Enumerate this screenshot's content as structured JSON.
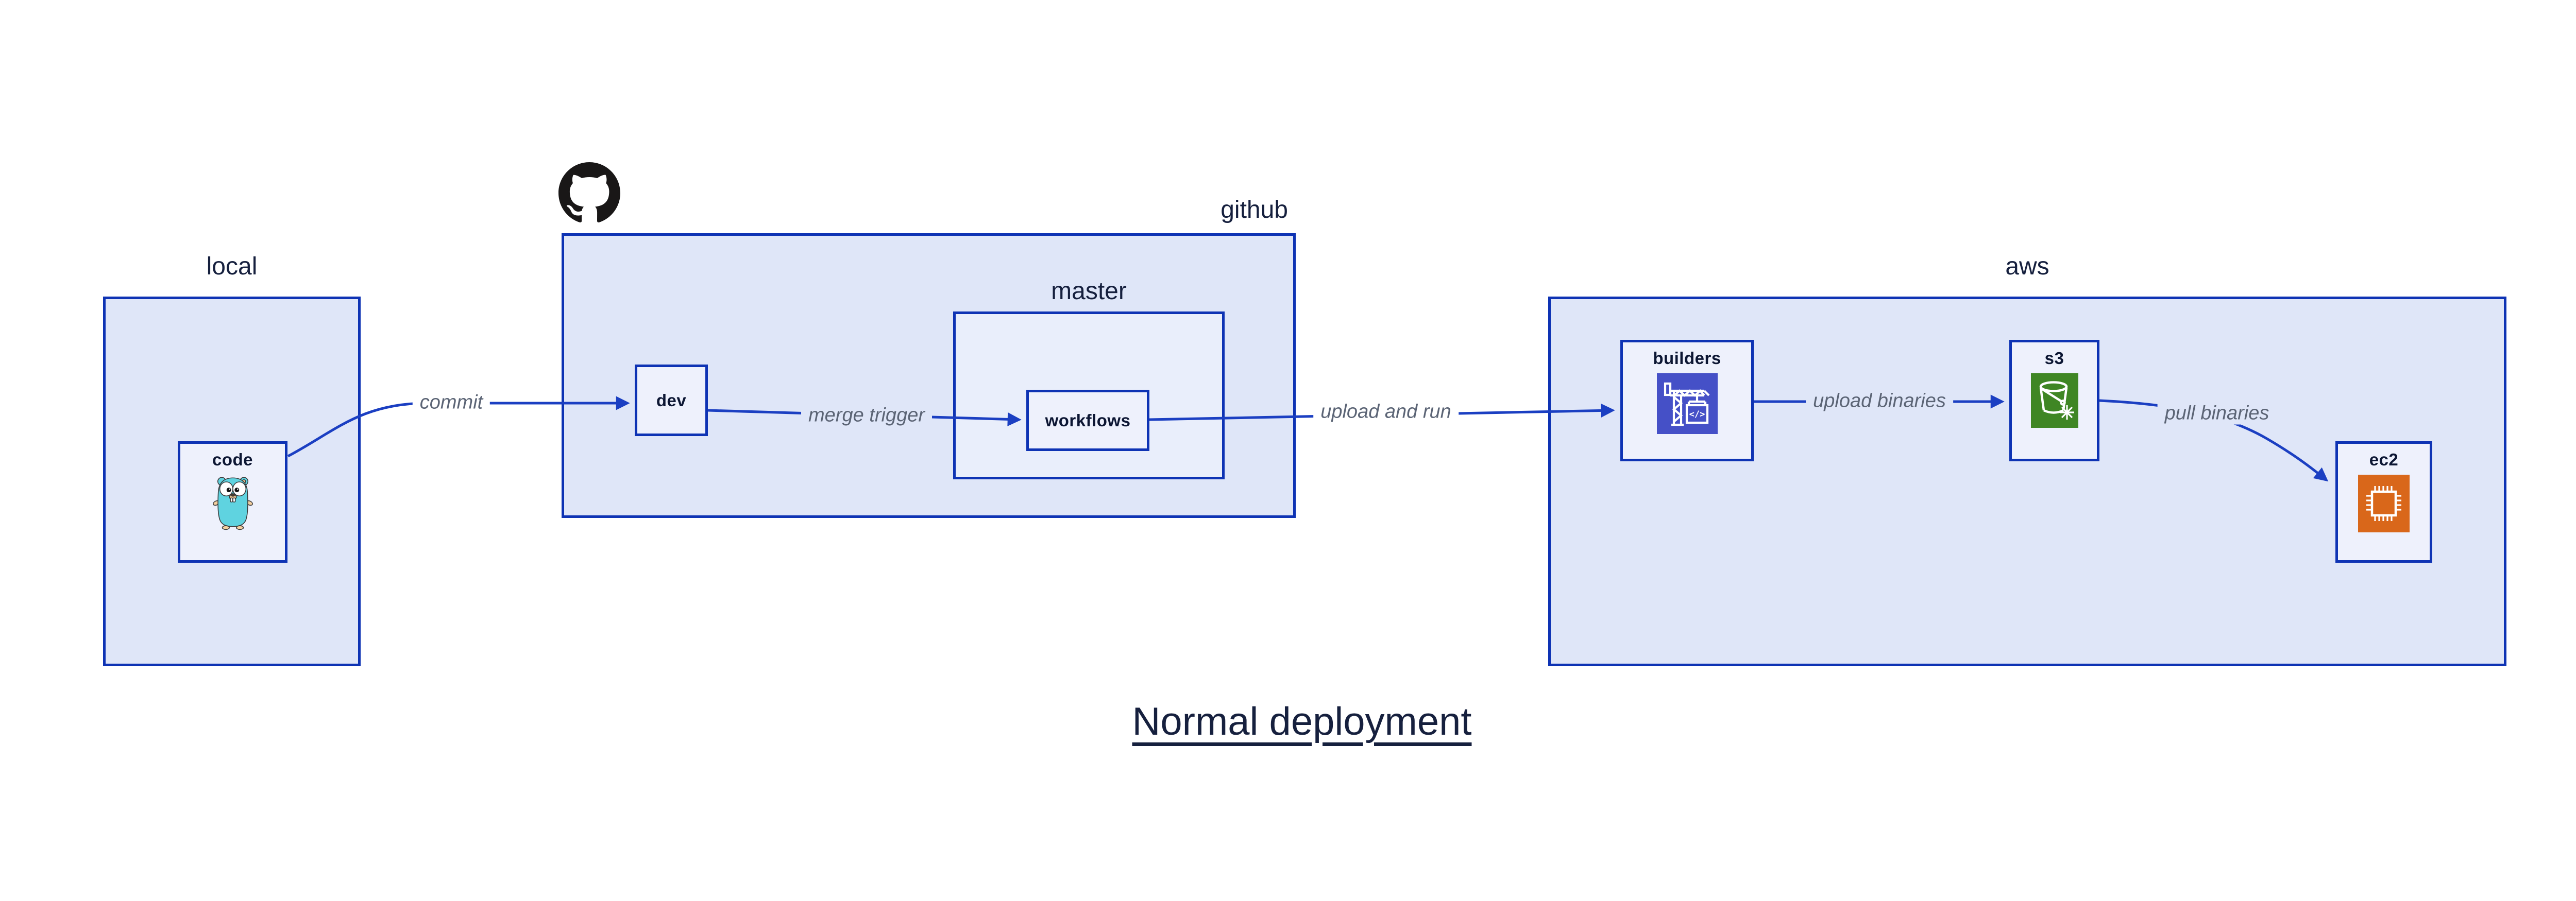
{
  "title": {
    "text": "Normal deployment"
  },
  "containers": {
    "local": {
      "label": "local"
    },
    "github": {
      "label": "github",
      "logo_icon": "github-octocat-icon"
    },
    "master": {
      "label": "master"
    },
    "aws": {
      "label": "aws"
    }
  },
  "nodes": {
    "code": {
      "label": "code",
      "icon": "go-gopher-icon"
    },
    "dev": {
      "label": "dev"
    },
    "workflows": {
      "label": "workflows"
    },
    "builders": {
      "label": "builders",
      "icon": "aws-codebuild-icon"
    },
    "s3": {
      "label": "s3",
      "icon": "aws-s3-glacier-icon"
    },
    "ec2": {
      "label": "ec2",
      "icon": "aws-ec2-icon"
    }
  },
  "edges": {
    "commit": {
      "label": "commit",
      "from": "code",
      "to": "dev"
    },
    "merge_trigger": {
      "label": "merge trigger",
      "from": "dev",
      "to": "workflows"
    },
    "upload_and_run": {
      "label": "upload and run",
      "from": "workflows",
      "to": "builders"
    },
    "upload_binaries": {
      "label": "upload binaries",
      "from": "builders",
      "to": "s3"
    },
    "pull_binaries": {
      "label": "pull binaries",
      "from": "s3",
      "to": "ec2"
    }
  },
  "colors": {
    "border_blue": "#0e33b4",
    "arrow_blue": "#1b3fc2",
    "container_fill": "#dfe6f8",
    "master_fill": "#e9eefb",
    "node_fill": "#eef1fc",
    "text_navy": "#16203e",
    "node_text": "#0c1633",
    "edge_label_gray": "#5b6475",
    "github_black": "#191717",
    "codebuild_bg": "#4550c7",
    "s3_glacier_bg": "#3f8624",
    "ec2_bg": "#d9671a",
    "gopher_teal": "#5fd3e0",
    "canvas_bg": "#ffffff"
  }
}
